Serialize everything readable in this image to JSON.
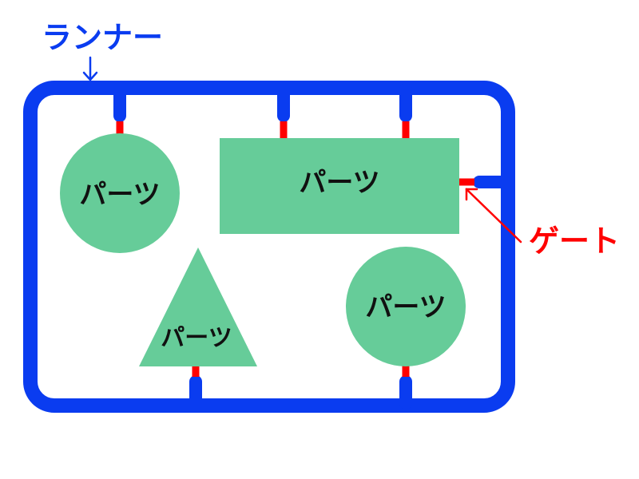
{
  "labels": {
    "runner": "ランナー",
    "gate": "ゲート",
    "part": "パーツ"
  },
  "colors": {
    "runner": "#0a3cf0",
    "gate": "#ff0000",
    "part": "#66cc99",
    "text": "#111111"
  }
}
